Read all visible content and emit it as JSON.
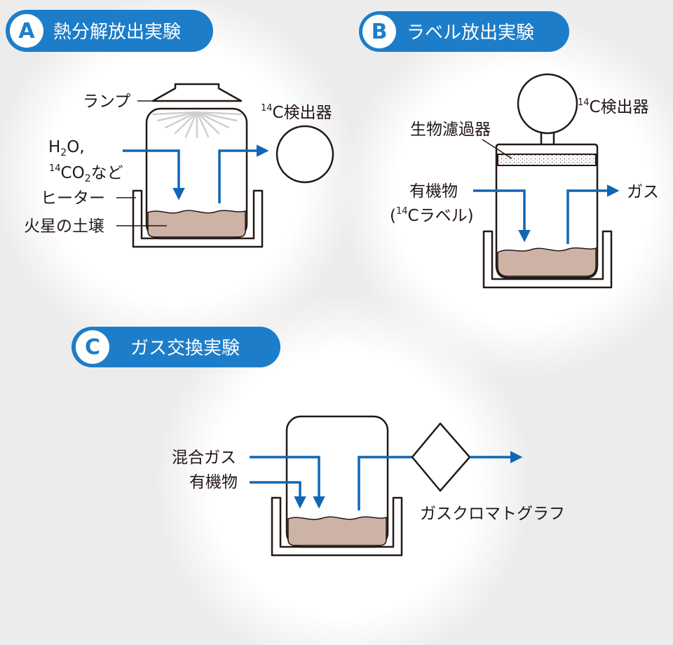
{
  "colors": {
    "badge": "#1d7dc9",
    "arrow": "#1166b5",
    "soil": "#cdb2a6",
    "ink": "#231815",
    "glow": "#ffffff",
    "background": "#ececec"
  },
  "panelA": {
    "letter": "A",
    "title": "熱分解放出実験",
    "lamp": "ランプ",
    "detector_sup": "14",
    "detector": "C検出器",
    "gas_h": "H",
    "gas_h_sub": "2",
    "gas_o": "O,",
    "gas2_sup": "14",
    "gas2_co": "CO",
    "gas2_sub": "2",
    "gas2_rest": "など",
    "heater": "ヒーター",
    "soil": "火星の土壌"
  },
  "panelB": {
    "letter": "B",
    "title": "ラベル放出実験",
    "detector_sup": "14",
    "detector": "C検出器",
    "filter": "生物濾過器",
    "organics": "有機物",
    "label_open": "(",
    "label_sup": "14",
    "label_rest": "Cラベル)",
    "gas": "ガス"
  },
  "panelC": {
    "letter": "C",
    "title": "ガス交換実験",
    "mixed_gas": "混合ガス",
    "organics": "有機物",
    "chromatograph": "ガスクロマトグラフ"
  }
}
